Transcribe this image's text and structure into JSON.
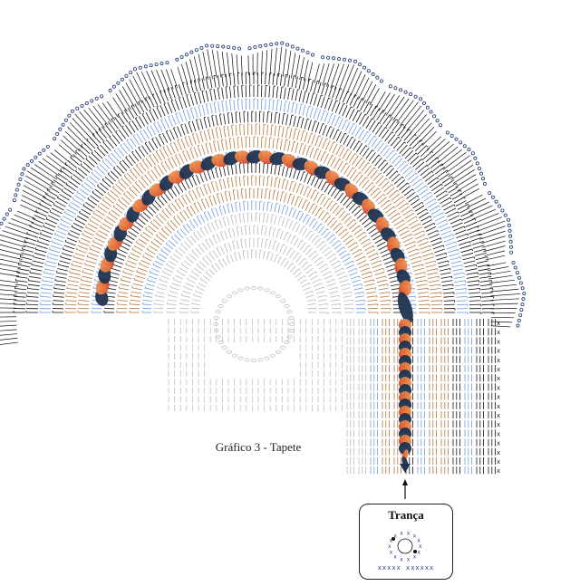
{
  "caption": "Gráfico 3 - Tapete",
  "legend": {
    "title": "Trança",
    "stitch_row": "xxxxx xxxxxx"
  },
  "colors": {
    "stitch_dark": "#111111",
    "stitch_grey": "#b9b9b9",
    "stitch_blue": "#6f9be0",
    "stitch_brown": "#b5773d",
    "stitch_navy": "#243a74",
    "braid_orange": "#e8743a",
    "braid_red": "#c9332b",
    "braid_blue": "#1f3350"
  },
  "icons": [
    "chain-stitch-icon",
    "single-crochet-icon",
    "double-crochet-icon",
    "picot-icon",
    "arrow-up-icon"
  ]
}
